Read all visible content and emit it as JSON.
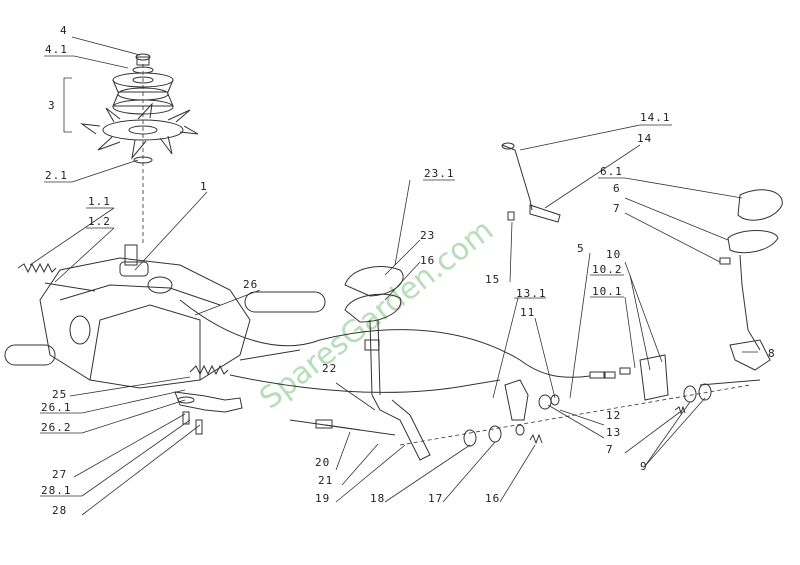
{
  "watermark": "SparesGarden.com",
  "labels": [
    {
      "id": "l4",
      "text": "4"
    },
    {
      "id": "l4_1",
      "text": "4.1"
    },
    {
      "id": "l3",
      "text": "3"
    },
    {
      "id": "l2_1",
      "text": "2.1"
    },
    {
      "id": "l1_1",
      "text": "1.1"
    },
    {
      "id": "l1_2",
      "text": "1.2"
    },
    {
      "id": "l1",
      "text": "1"
    },
    {
      "id": "l26",
      "text": "26"
    },
    {
      "id": "l25",
      "text": "25"
    },
    {
      "id": "l26_1",
      "text": "26.1"
    },
    {
      "id": "l26_2",
      "text": "26.2"
    },
    {
      "id": "l27",
      "text": "27"
    },
    {
      "id": "l28_1",
      "text": "28.1"
    },
    {
      "id": "l28",
      "text": "28"
    },
    {
      "id": "l23_1",
      "text": "23.1"
    },
    {
      "id": "l23",
      "text": "23"
    },
    {
      "id": "l16a",
      "text": "16"
    },
    {
      "id": "l22",
      "text": "22"
    },
    {
      "id": "l20",
      "text": "20"
    },
    {
      "id": "l21",
      "text": "21"
    },
    {
      "id": "l19",
      "text": "19"
    },
    {
      "id": "l18",
      "text": "18"
    },
    {
      "id": "l17",
      "text": "17"
    },
    {
      "id": "l16b",
      "text": "16"
    },
    {
      "id": "l14_1",
      "text": "14.1"
    },
    {
      "id": "l14",
      "text": "14"
    },
    {
      "id": "l15",
      "text": "15"
    },
    {
      "id": "l13_1",
      "text": "13.1"
    },
    {
      "id": "l11",
      "text": "11"
    },
    {
      "id": "l5",
      "text": "5"
    },
    {
      "id": "l10",
      "text": "10"
    },
    {
      "id": "l10_2",
      "text": "10.2"
    },
    {
      "id": "l10_1",
      "text": "10.1"
    },
    {
      "id": "l6_1",
      "text": "6.1"
    },
    {
      "id": "l6",
      "text": "6"
    },
    {
      "id": "l7a",
      "text": "7"
    },
    {
      "id": "l8",
      "text": "8"
    },
    {
      "id": "l12",
      "text": "12"
    },
    {
      "id": "l13",
      "text": "13"
    },
    {
      "id": "l7b",
      "text": "7"
    },
    {
      "id": "l9",
      "text": "9"
    }
  ]
}
